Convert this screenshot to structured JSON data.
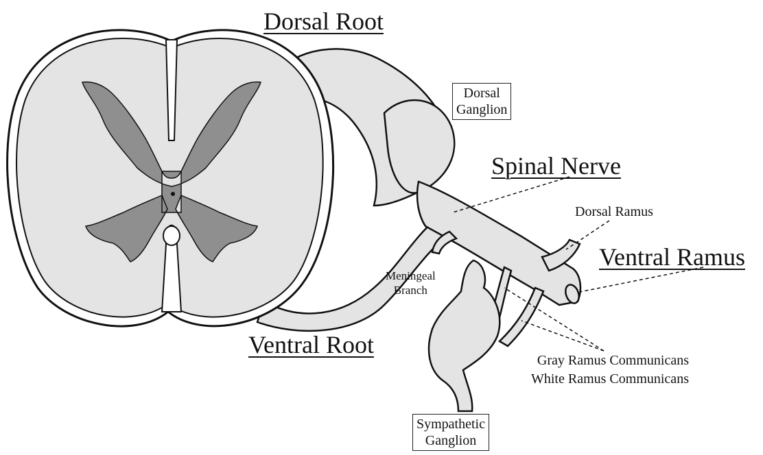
{
  "labels": {
    "dorsal_root": "Dorsal Root",
    "dorsal_ganglion_1": "Dorsal",
    "dorsal_ganglion_2": "Ganglion",
    "spinal_nerve": "Spinal Nerve",
    "dorsal_ramus": "Dorsal Ramus",
    "ventral_ramus": "Ventral Ramus",
    "meningeal_branch_1": "Meningeal",
    "meningeal_branch_2": "Branch",
    "ventral_root": "Ventral Root",
    "gray_ramus": "Gray Ramus Communicans",
    "white_ramus": "White Ramus Communicans",
    "sympathetic_ganglion_1": "Sympathetic",
    "sympathetic_ganglion_2": "Ganglion"
  },
  "colors": {
    "white_matter": "#e4e4e4",
    "gray_matter": "#8f8f8f",
    "nerve_fill": "#e4e4e4",
    "outline": "#111111"
  }
}
